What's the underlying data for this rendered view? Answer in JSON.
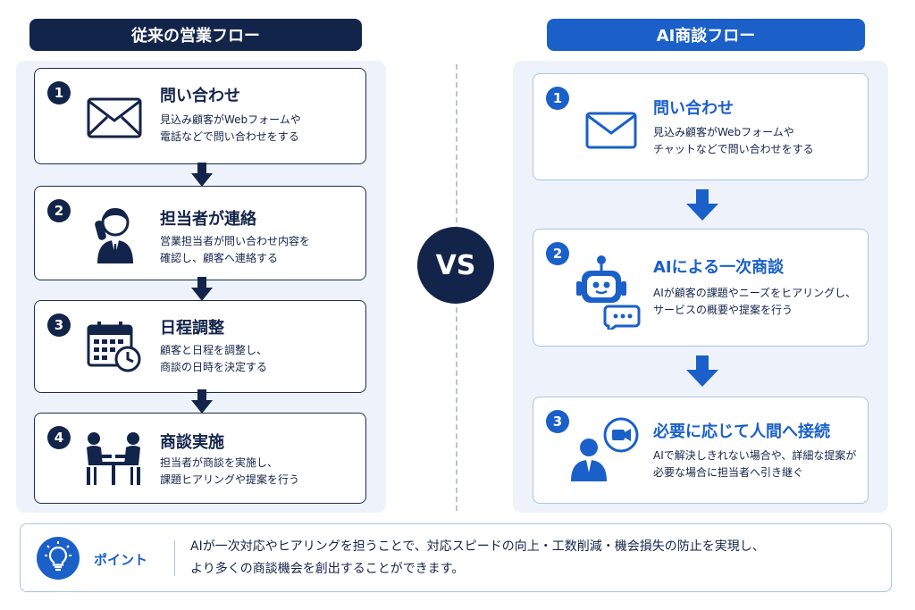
{
  "left_header": "従来の営業フロー",
  "right_header": "AI商談フロー",
  "vs": "VS",
  "left_steps": [
    {
      "num": "1",
      "title": "問い合わせ",
      "desc": [
        "見込み顧客がWebフォームや",
        "電話などで問い合わせをする"
      ],
      "icon": "envelope-icon"
    },
    {
      "num": "2",
      "title": "担当者が連絡",
      "desc": [
        "営業担当者が問い合わせ内容を",
        "確認し、顧客へ連絡する"
      ],
      "icon": "person-phone-icon"
    },
    {
      "num": "3",
      "title": "日程調整",
      "desc": [
        "顧客と日程を調整し、",
        "商談の日時を決定する"
      ],
      "icon": "calendar-clock-icon"
    },
    {
      "num": "4",
      "title": "商談実施",
      "desc": [
        "担当者が商談を実施し、",
        "課題ヒアリングや提案を行う"
      ],
      "icon": "meeting-icon"
    }
  ],
  "right_steps": [
    {
      "num": "1",
      "title": "問い合わせ",
      "desc": [
        "見込み顧客がWebフォームや",
        "チャットなどで問い合わせをする"
      ],
      "icon": "envelope-icon"
    },
    {
      "num": "2",
      "title": "AIによる一次商談",
      "desc": [
        "AIが顧客の課題やニーズをヒアリングし、",
        "サービスの概要や提案を行う"
      ],
      "icon": "robot-chat-icon"
    },
    {
      "num": "3",
      "title": "必要に応じて人間へ接続",
      "desc": [
        "AIで解決しきれない場合や、詳細な提案が",
        "必要な場合に担当者へ引き継ぐ"
      ],
      "icon": "person-video-icon"
    }
  ],
  "point": {
    "label": "ポイント",
    "text": [
      "AIが一次対応やヒアリングを担うことで、対応スピードの向上・工数削減・機会損失の防止を実現し、",
      "より多くの商談機会を創出することができます。"
    ],
    "icon": "lightbulb-icon"
  },
  "colors": {
    "navy": "#13244a",
    "blue": "#1a60c8",
    "panel": "#eef3fb",
    "card_border_right": "#a9c3ea"
  }
}
